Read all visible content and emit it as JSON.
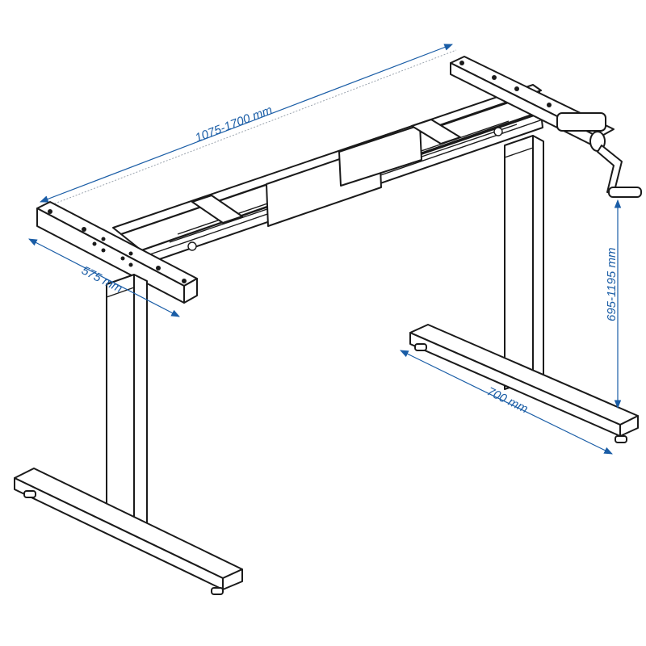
{
  "dimensions": {
    "length": "1075-1700 mm",
    "depth": "575 mm",
    "height": "695-1195 mm",
    "foot": "700 mm"
  },
  "colors": {
    "dimension": "#1a5da6",
    "line": "#1a1a1a",
    "guide": "#9aa3ad"
  }
}
